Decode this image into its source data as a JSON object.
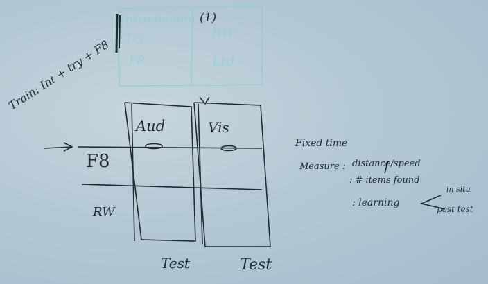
{
  "faint_box": {
    "items": [
      "Introduction",
      "Try",
      "F8"
    ],
    "marker": "(1)",
    "right_items": [
      "RW",
      "Ltd"
    ]
  },
  "train_label": "Train: Int + try + F8",
  "columns": {
    "aud": "Aud",
    "vis": "Vis"
  },
  "rows": {
    "f8": "F8",
    "rw": "RW"
  },
  "test_labels": [
    "Test",
    "Test"
  ],
  "notes": {
    "fixed_time": "Fixed time",
    "measure_label": "Measure :",
    "measure_value": "distance/speed",
    "items_found": ": # items found",
    "learning": ": learning",
    "in_situ": "in situ",
    "post_test": "post test"
  },
  "colors": {
    "marker": "#1f2a33",
    "faint_marker": "#8ed0cf"
  }
}
